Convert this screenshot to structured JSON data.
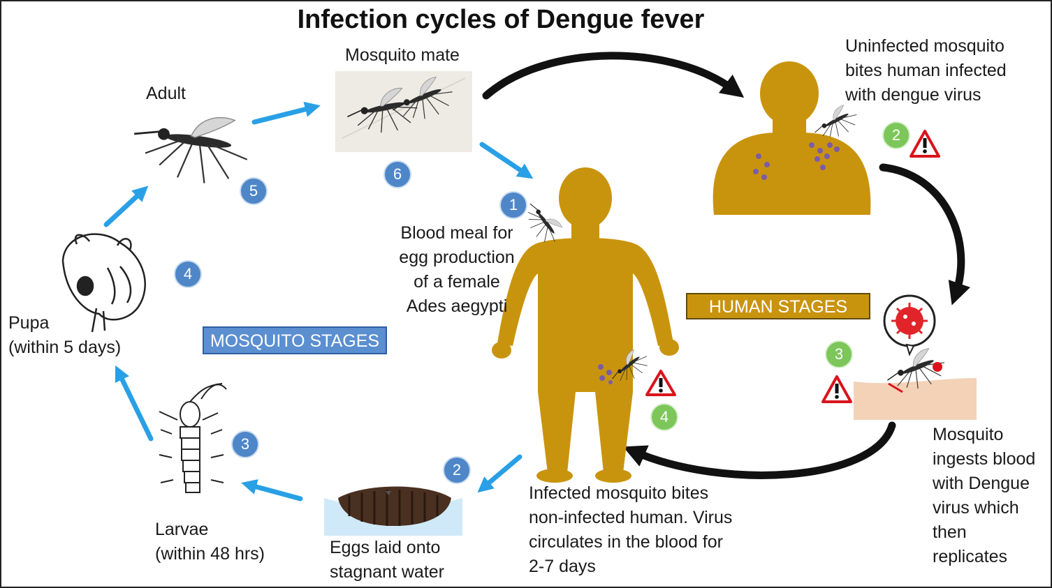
{
  "title": "Infection cycles of Dengue fever",
  "colors": {
    "human_silhouette": "#c9940d",
    "mosquito_arrow": "#29a0e6",
    "human_arrow": "#111111",
    "badge_mosquito": "#4e86c8",
    "badge_human": "#7cc65a",
    "warning_red": "#d9141c",
    "mosquito_box": "#5b8fd0",
    "human_box": "#c9940d"
  },
  "stage_labels": {
    "mosquito": "MOSQUITO STAGES",
    "human": "HUMAN STAGES"
  },
  "mosquito_cycle": [
    {
      "number": "1",
      "label": "Blood meal for\negg production\nof a female\nAdes aegypti",
      "icon": "mosquito-biting-icon"
    },
    {
      "number": "2",
      "label": "Eggs laid onto\nstagnant water",
      "icon": "egg-raft-icon"
    },
    {
      "number": "3",
      "label": "Larvae\n(within 48 hrs)",
      "icon": "larva-icon"
    },
    {
      "number": "4",
      "label": "Pupa\n(within 5 days)",
      "icon": "pupa-icon"
    },
    {
      "number": "5",
      "label": "Adult",
      "icon": "adult-mosquito-icon"
    },
    {
      "number": "6",
      "label": "Mosquito mate",
      "icon": "mating-mosquitoes-icon"
    }
  ],
  "human_cycle": [
    {
      "number": "2",
      "label": "Uninfected mosquito\nbites human infected\nwith dengue virus",
      "icon": "human-torso-icon"
    },
    {
      "number": "3",
      "label": "Mosquito\ningests blood\nwith Dengue\nvirus which\nthen\nreplicates",
      "icon": "virus-icon"
    },
    {
      "number": "4",
      "label": "Infected mosquito bites\nnon-infected human. Virus\ncirculates in the blood for\n2-7 days",
      "icon": "human-figure-icon"
    }
  ]
}
